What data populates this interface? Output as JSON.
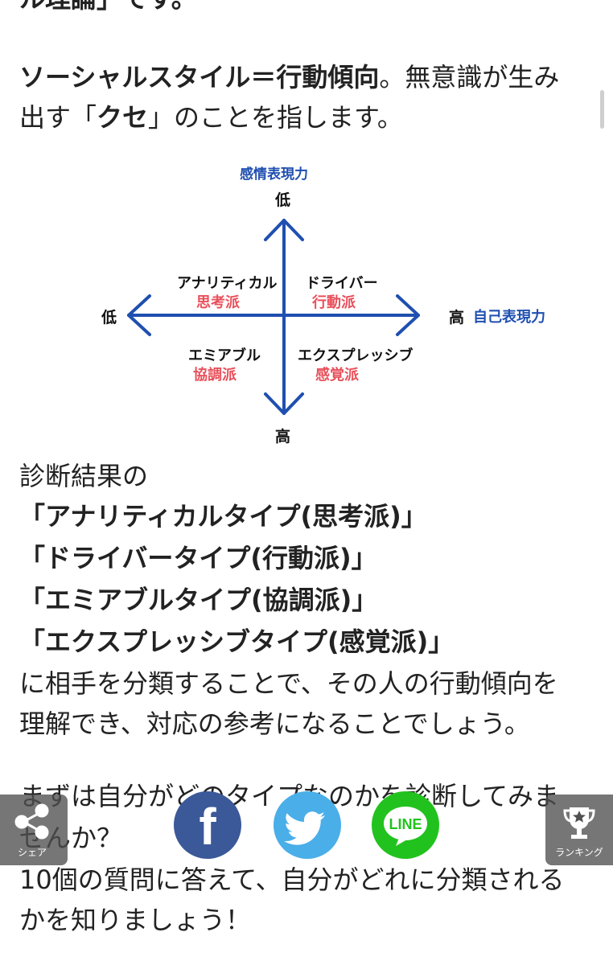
{
  "article": {
    "line_top": "ル理論」です。",
    "intro": [
      {
        "text": "ソーシャルスタイル＝行動傾向",
        "bold": true
      },
      {
        "text": "。無意識が生み",
        "bold": false
      }
    ],
    "intro_line2": [
      {
        "text": "出す「",
        "bold": false
      },
      {
        "text": "クセ",
        "bold": true
      },
      {
        "text": "」のことを指します。",
        "bold": false
      }
    ],
    "result_intro": "診断結果の",
    "types": [
      "「アナリティカルタイプ(思考派)」",
      "「ドライバータイプ(行動派)」",
      "「エミアブルタイプ(協調派)」",
      "「エクスプレッシブタイプ(感覚派)」"
    ],
    "explain": [
      "に相手を分類することで、その人の行動傾向を",
      "理解でき、対応の参考になることでしょう。"
    ],
    "invite": [
      "まずは自分がどのタイプなのかを診断してみま",
      "せんか？",
      "10個の質問に答えて、自分がどれに分類される",
      "かを知りましょう！"
    ]
  },
  "diagram": {
    "vertical_axis_name": "感情表現力",
    "vertical_top": "低",
    "vertical_bottom": "高",
    "horizontal_axis_name": "自己表現力",
    "horizontal_left": "低",
    "horizontal_right": "高",
    "quadrants": {
      "top_left": {
        "name": "アナリティカル",
        "sub": "思考派"
      },
      "top_right": {
        "name": "ドライバー",
        "sub": "行動派"
      },
      "bottom_left": {
        "name": "エミアブル",
        "sub": "協調派"
      },
      "bottom_right": {
        "name": "エクスプレッシブ",
        "sub": "感覚派"
      }
    },
    "colors": {
      "axis": "#1f4fb0",
      "accent": "#e8505b"
    }
  },
  "share_bar": {
    "share_label": "シェア",
    "ranking_label": "ランキング",
    "facebook_glyph": "f",
    "line_glyph": "LINE",
    "colors": {
      "facebook": "#3b5998",
      "twitter": "#4aaee8",
      "line": "#22c21e"
    },
    "icons": [
      "share-icon",
      "facebook-icon",
      "twitter-icon",
      "line-icon",
      "trophy-icon"
    ]
  }
}
